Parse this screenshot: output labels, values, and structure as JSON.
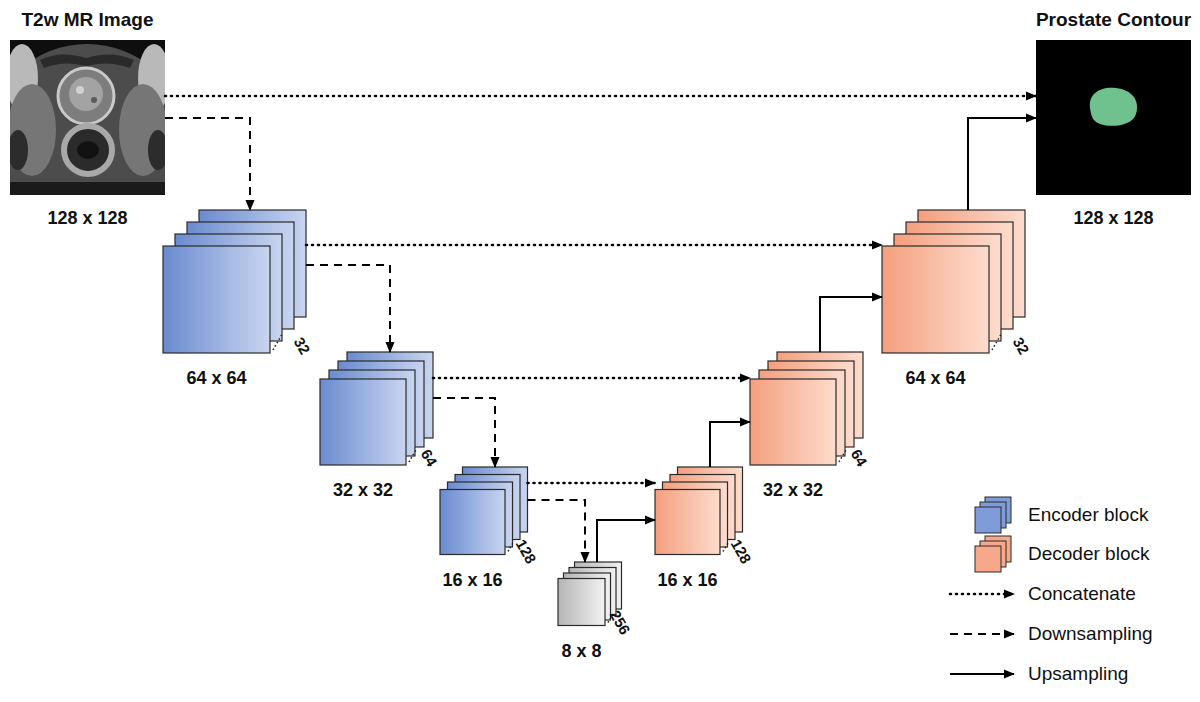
{
  "diagram": {
    "nodes": [
      {
        "text": [
          "T2w MR Image",
          "128 x 128"
        ]
      },
      {
        "text": [
          "Prostate Contour",
          "128 x 128"
        ]
      },
      {
        "text": [
          "64 x 64",
          "32"
        ]
      },
      {
        "text": [
          "64 x 64",
          "32"
        ]
      },
      {
        "text": [
          "32 x 32",
          "64"
        ]
      },
      {
        "text": [
          "32 x 32",
          "64"
        ]
      },
      {
        "text": [
          "16 x 16",
          "128"
        ]
      },
      {
        "text": [
          "16 x 16",
          "128"
        ]
      },
      {
        "text": [
          "8 x 8",
          "256"
        ]
      }
    ],
    "edges": [
      {
        "from": 0,
        "to": 1,
        "arrow": "to"
      },
      {
        "from": 0,
        "to": 2,
        "arrow": "to"
      },
      {
        "from": 2,
        "to": 4,
        "arrow": "to"
      },
      {
        "from": 4,
        "to": 6,
        "arrow": "to"
      },
      {
        "from": 6,
        "to": 8,
        "arrow": "to"
      },
      {
        "from": 2,
        "to": 3,
        "arrow": "to"
      },
      {
        "from": 4,
        "to": 5,
        "arrow": "to"
      },
      {
        "from": 6,
        "to": 7,
        "arrow": "to"
      },
      {
        "from": 8,
        "to": 7,
        "arrow": "to"
      },
      {
        "from": 7,
        "to": 5,
        "arrow": "to"
      },
      {
        "from": 5,
        "to": 3,
        "arrow": "to"
      },
      {
        "from": 3,
        "to": 1,
        "arrow": "to"
      }
    ],
    "legend": [
      {
        "text": "Encoder block",
        "color": "#7f9cd9"
      },
      {
        "text": "Decoder block",
        "color": "#f6a88a"
      },
      {
        "text": "Concatenate"
      },
      {
        "text": "Downsampling"
      },
      {
        "text": "Upsampling"
      }
    ]
  }
}
